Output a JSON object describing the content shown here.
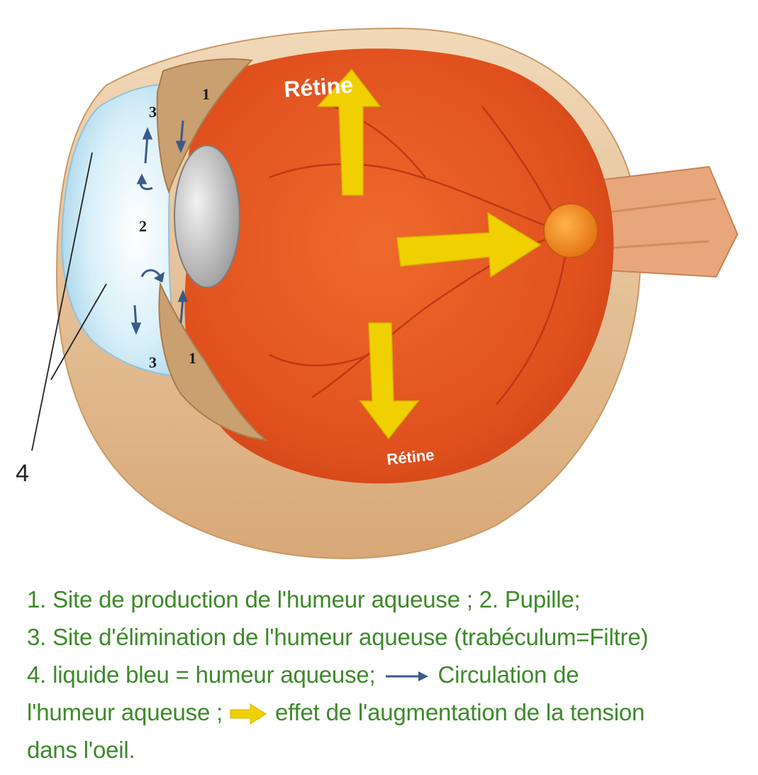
{
  "labels": {
    "retine_top": "Rétine",
    "retine_bottom": "Rétine",
    "num_1_top": "1",
    "num_1_bottom": "1",
    "num_2": "2",
    "num_3_top": "3",
    "num_3_bottom": "3",
    "num_4": "4"
  },
  "legend": {
    "line1": "1. Site de production de l'humeur aqueuse ; 2. Pupille;",
    "line2": "3. Site d'élimination de l'humeur aqueuse (trabéculum=Filtre)",
    "line3a": "4. liquide bleu = humeur aqueuse;",
    "line3b": "Circulation de",
    "line4a": "l'humeur aqueuse ;",
    "line4b": "effet de l'augmentation de la tension",
    "line5": "dans l'oeil."
  },
  "icons": {
    "circulation": "dark-blue-arrow-icon",
    "pressure": "yellow-arrow-icon"
  },
  "colors": {
    "legend_text": "#3c8a2a",
    "pressure_arrow": "#f0d000",
    "circulation_arrow": "#3a5a8a",
    "retina": "#e0501e",
    "aqueous_humor": "#bfe3f2",
    "sclera": "#e8c69a"
  }
}
